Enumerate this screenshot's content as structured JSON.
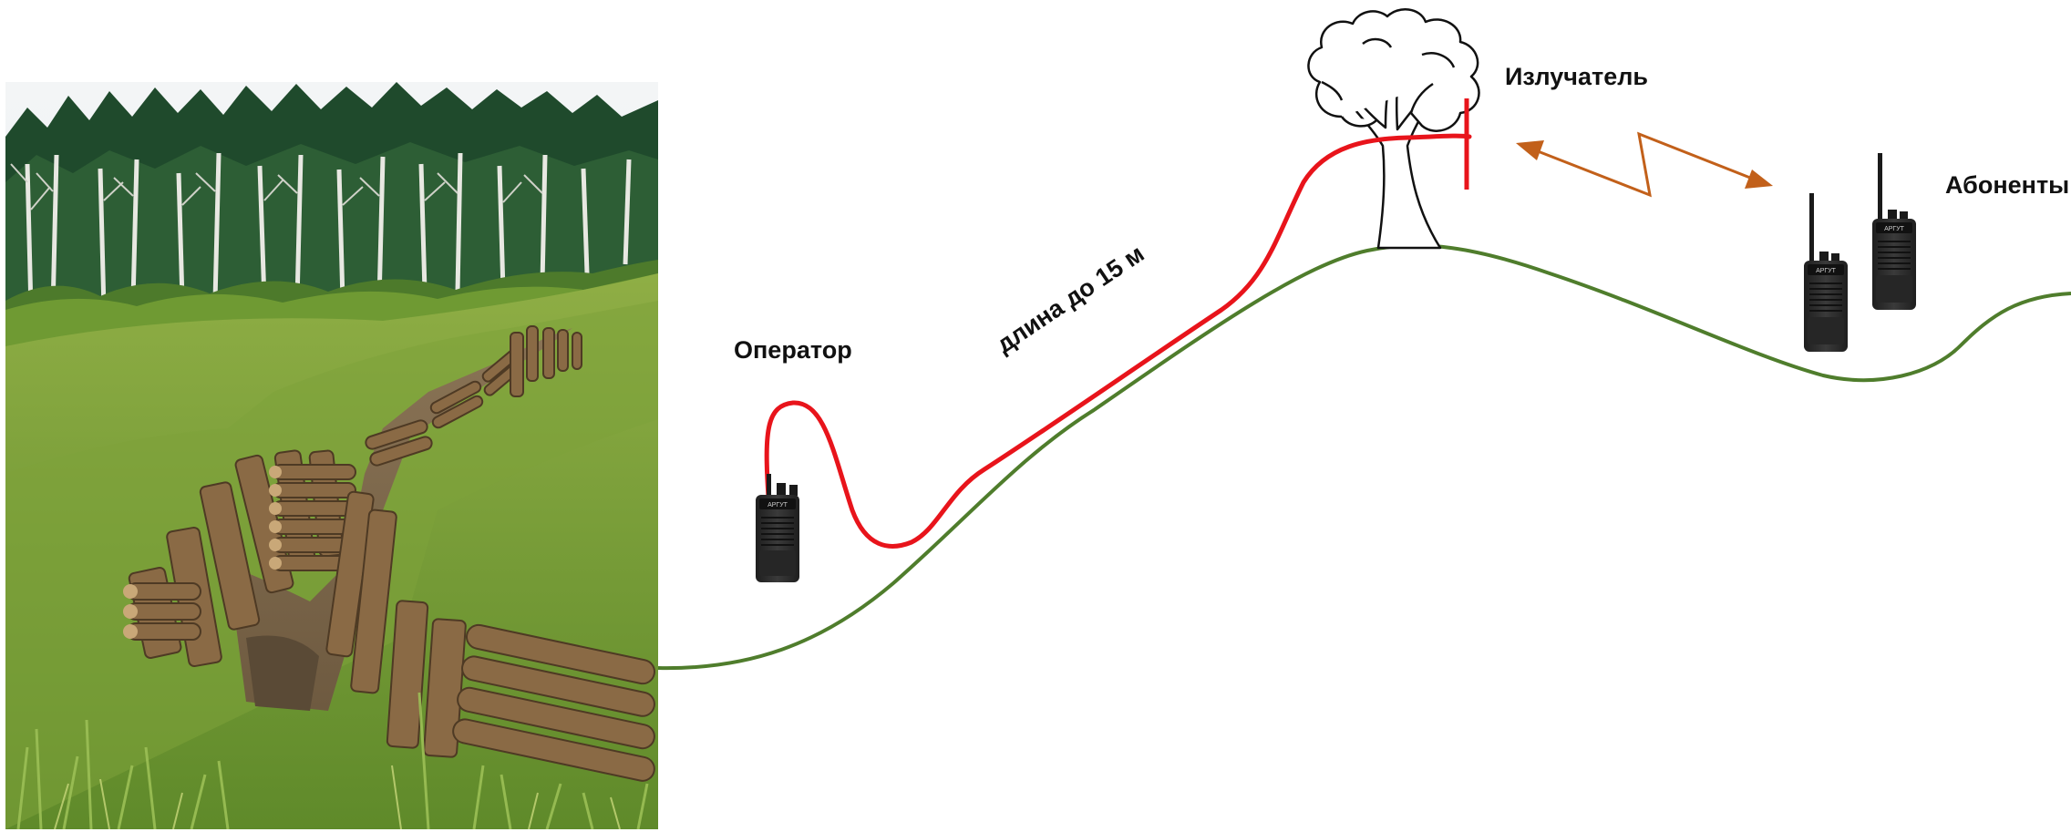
{
  "labels": {
    "operator": "Оператор",
    "emitter": "Излучатель",
    "subscribers": "Абоненты",
    "cable_length": "длина до 15 м"
  },
  "radio": {
    "brand": "АРГУТ"
  },
  "colors": {
    "terrain": "#4f7d2c",
    "cable": "#e8141b",
    "signal": "#c2601a",
    "radio_body": "#2a2a2a",
    "tree_outline": "#111111"
  },
  "icons": {
    "photo": "trench-in-forest-photo",
    "tree": "tree-outline-icon",
    "radio": "handheld-radio-icon",
    "signal": "zigzag-double-arrow-icon"
  }
}
